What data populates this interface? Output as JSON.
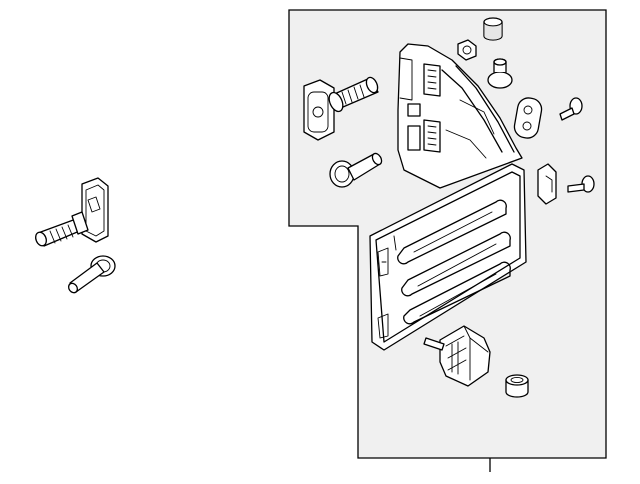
{
  "diagram": {
    "kind": "exploded parts diagram",
    "colors": {
      "line": "#000000",
      "panel": "#f0f0f0",
      "background": "#ffffff"
    },
    "parts": [
      {
        "id": "outside-striker-assembly",
        "icon": "striker-bracket-icon"
      },
      {
        "id": "outside-pin",
        "icon": "pin-icon"
      },
      {
        "id": "hinge-bracket",
        "icon": "hinge-bracket-icon"
      },
      {
        "id": "striker-assembly",
        "icon": "striker-bracket-icon"
      },
      {
        "id": "hinge-pin",
        "icon": "pin-icon"
      },
      {
        "id": "cap",
        "icon": "cap-icon"
      },
      {
        "id": "hex-nut",
        "icon": "nut-icon"
      },
      {
        "id": "flange-nut",
        "icon": "nut-icon"
      },
      {
        "id": "bumper",
        "icon": "bumper-icon"
      },
      {
        "id": "screw-upper",
        "icon": "screw-icon"
      },
      {
        "id": "stop-block",
        "icon": "stop-block-icon"
      },
      {
        "id": "screw-lower",
        "icon": "screw-icon"
      },
      {
        "id": "tailgate-panel",
        "icon": "panel-icon"
      },
      {
        "id": "handle-assembly",
        "icon": "handle-icon"
      },
      {
        "id": "bushing",
        "icon": "bushing-icon"
      }
    ]
  }
}
